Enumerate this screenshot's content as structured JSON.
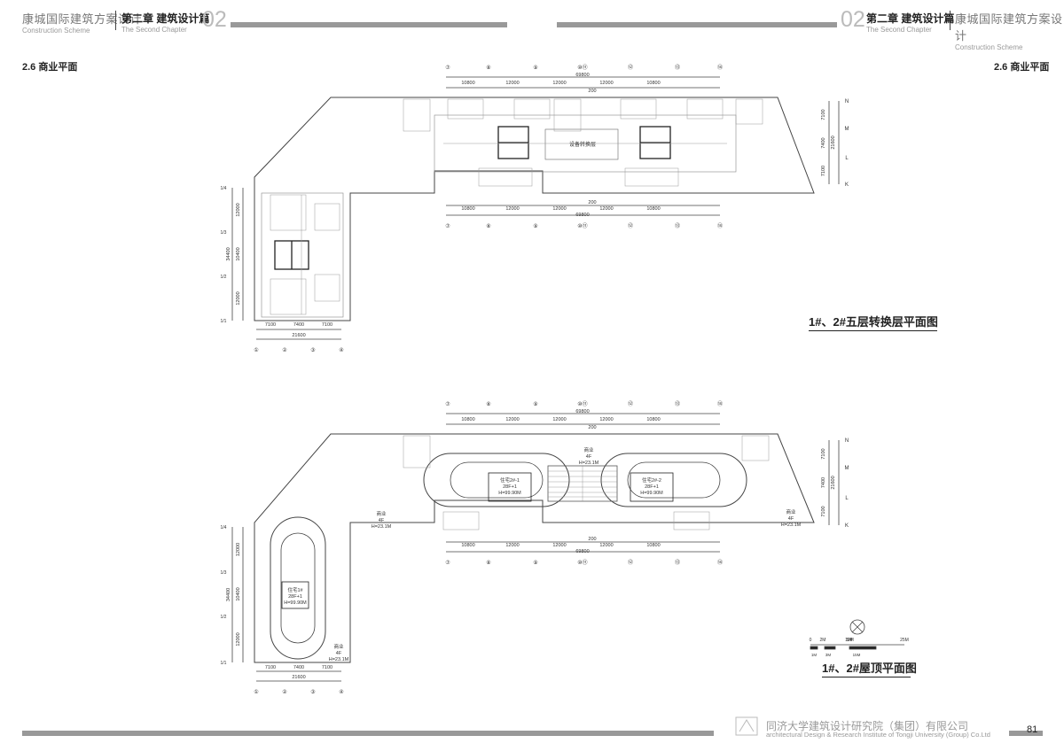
{
  "header": {
    "left_title": "康城国际建筑方案设计",
    "left_subtitle": "Construction Scheme",
    "chapter_title": "第二章 建筑设计篇",
    "chapter_subtitle": "The Second Chapter",
    "chapter_number": "02",
    "right_chapter_title": "第二章 建筑设计篇",
    "right_chapter_subtitle": "The Second Chapter",
    "right_title": "康城国际建筑方案设计",
    "right_subtitle": "Construction Scheme"
  },
  "section": {
    "left": "2.6 商业平面",
    "right": "2.6 商业平面"
  },
  "plan1": {
    "title": "1#、2#五层转换层平面图",
    "axes_top": [
      "⑦",
      "⑧",
      "⑨",
      "⑩⑪",
      "⑫",
      "⑬",
      "⑭"
    ],
    "spans": [
      "10800",
      "12000",
      "12000",
      "12000",
      "10800"
    ],
    "total": "69800",
    "gap": "200",
    "right_axes": [
      "N",
      "M",
      "L",
      "K"
    ],
    "right_dims": [
      "7100",
      "7400",
      "7100"
    ],
    "right_total": "21600",
    "center_label": "设备转换层",
    "left_axes": [
      "1/4",
      "1/3",
      "1/2",
      "1/1"
    ],
    "left_dims": [
      "12000",
      "10400",
      "12000"
    ],
    "left_total": "34400",
    "bottom_axes": [
      "①",
      "②",
      "③",
      "④"
    ],
    "bottom_dims": [
      "7100",
      "7400",
      "7100"
    ],
    "bottom_total": "21600"
  },
  "plan2": {
    "title": "1#、2#屋顶平面图",
    "tower1": [
      "住宅2#-1",
      "28F+1",
      "H=99.90M"
    ],
    "tower2": [
      "住宅2#-2",
      "28F+1",
      "H=99.90M"
    ],
    "tower3": [
      "住宅1#",
      "28F+1",
      "H=99.90M"
    ],
    "commerce": [
      "商业",
      "4F",
      "H=23.1M"
    ],
    "scale_labels": [
      "0",
      "2M",
      "5M",
      "10M",
      "25M"
    ],
    "scale_sub": [
      "1M",
      "3M",
      "15M"
    ]
  },
  "footer": {
    "institute_cn": "同济大学建筑设计研究院（集团）有限公司",
    "institute_en": "architectural Design & Research Institute of Tongji University (Group) Co.Ltd",
    "page": "81"
  }
}
